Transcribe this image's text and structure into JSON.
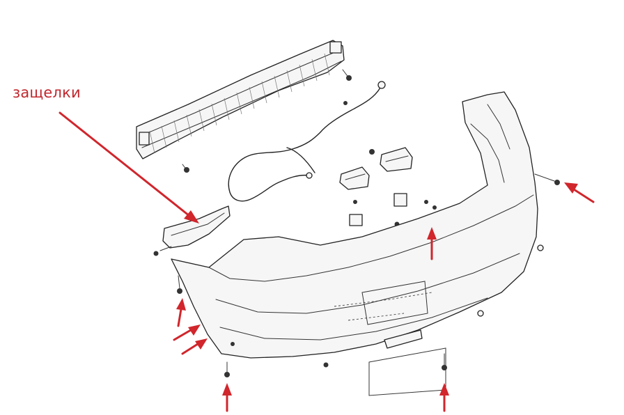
{
  "callout": {
    "label": "защелки",
    "color": "#c0272d"
  },
  "arrows": {
    "color": "#d0262c",
    "count": 8
  },
  "parts": [
    "bumper-reinforcement-beam",
    "wiring-harness",
    "bumper-brackets",
    "bumper-cover",
    "side-latch-bracket",
    "fasteners"
  ]
}
